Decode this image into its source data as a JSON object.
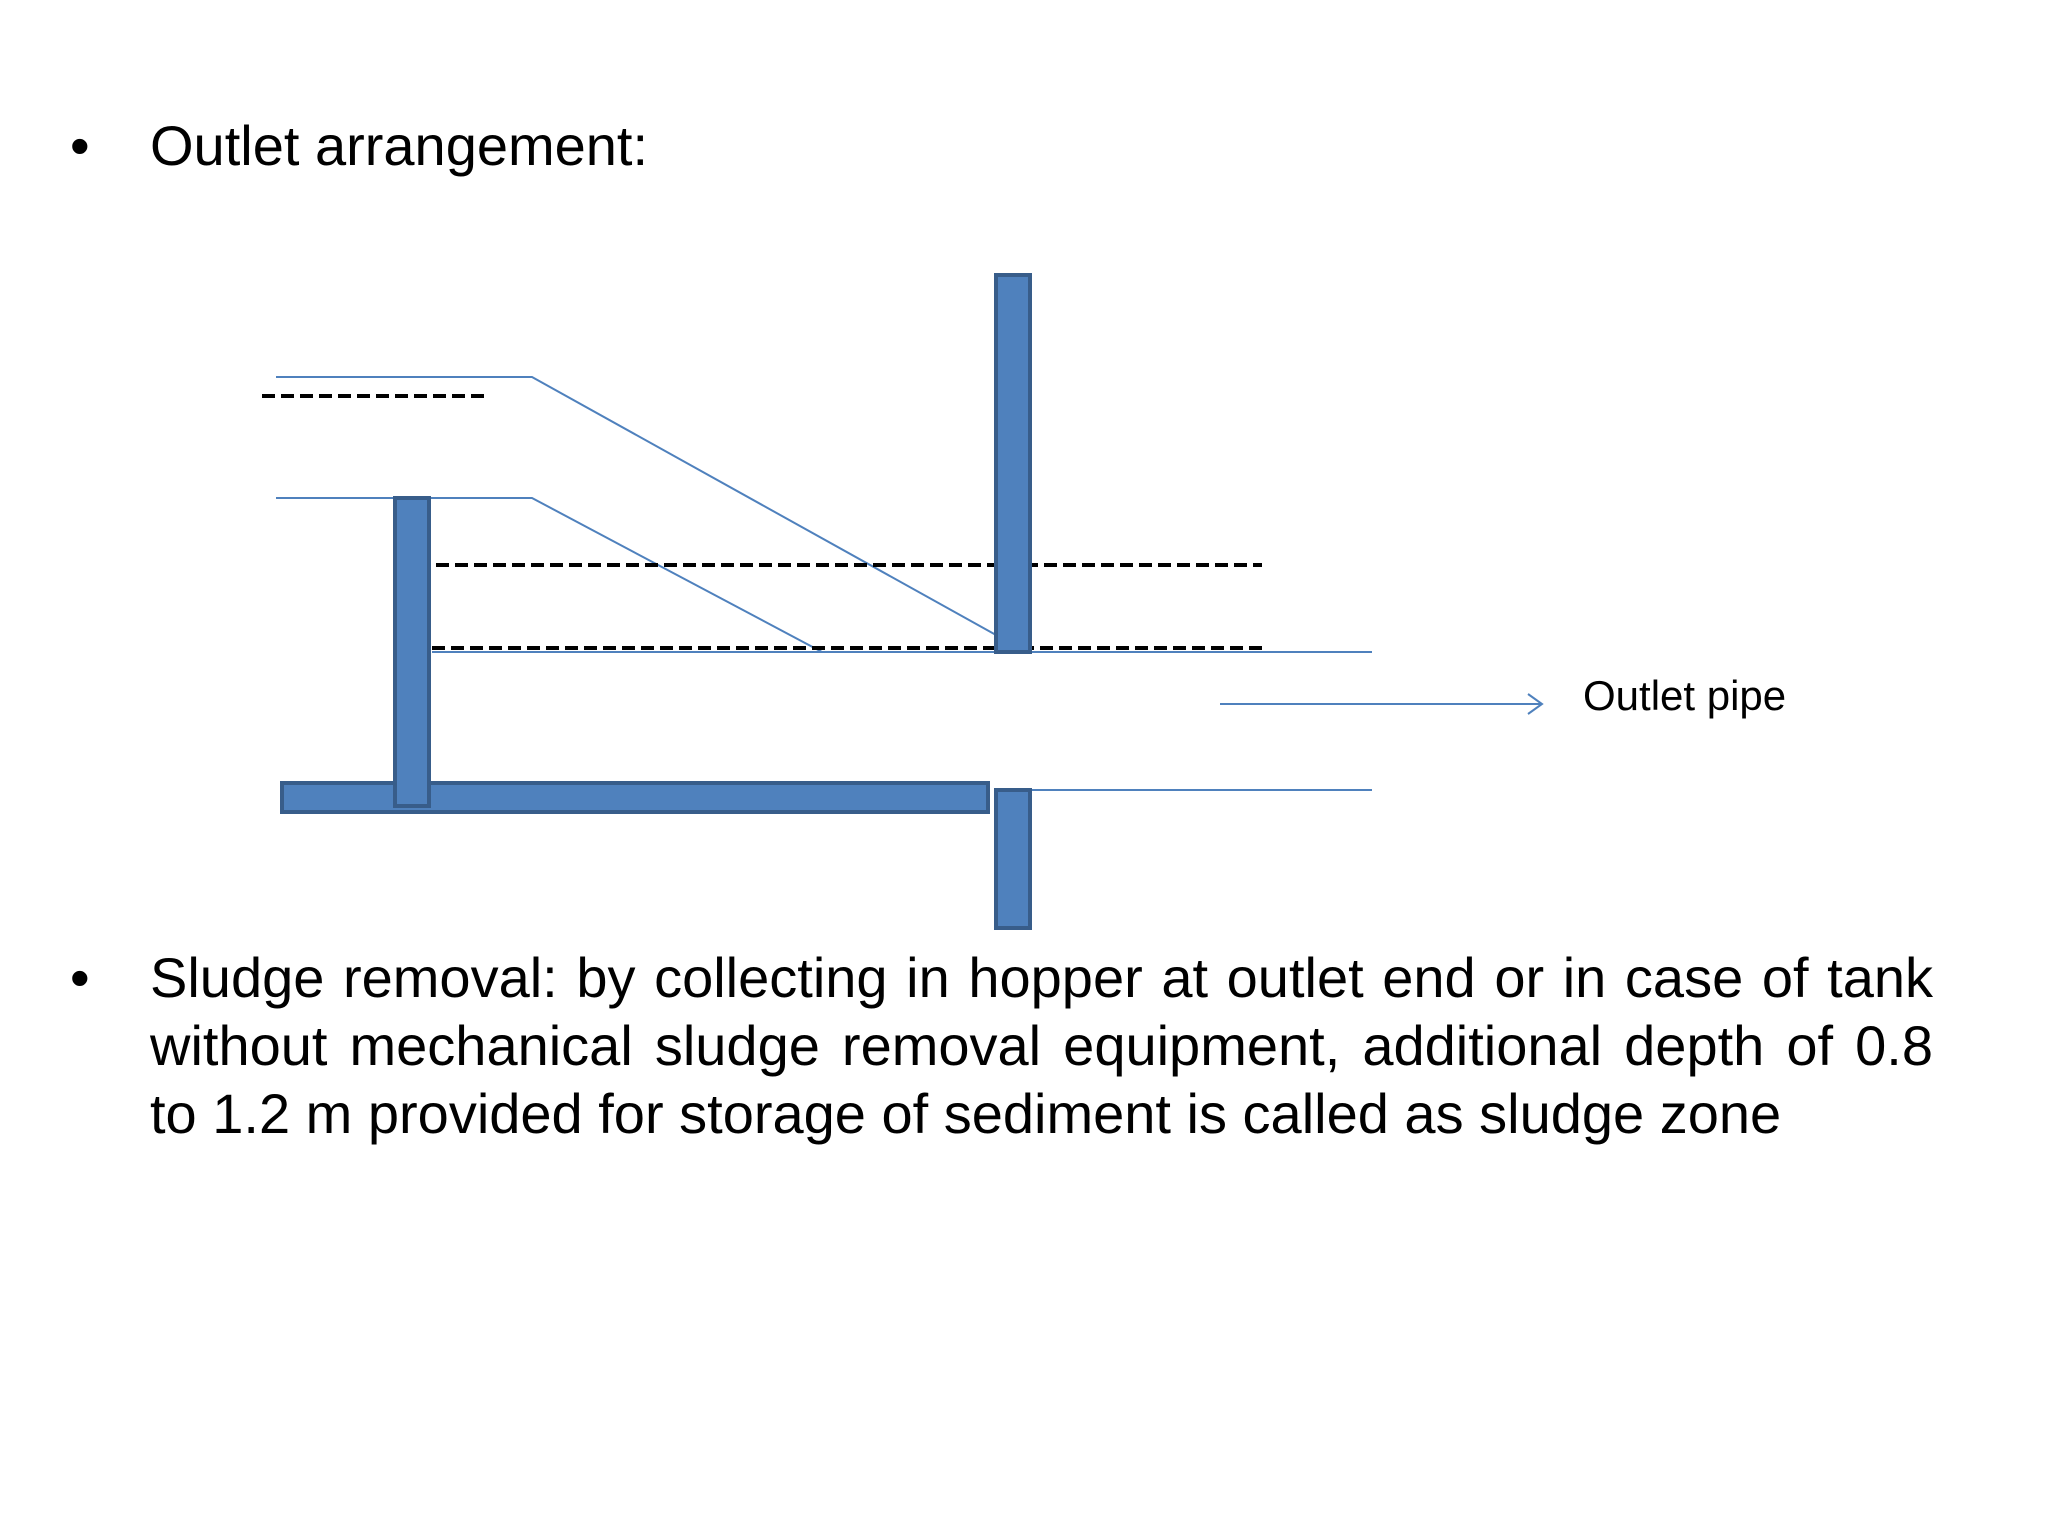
{
  "bullets": [
    {
      "text": "Outlet arrangement:"
    },
    {
      "text": "Sludge removal: by collecting in hopper at outlet end or in case of tank without mechanical sludge removal equipment, additional depth of 0.8 to 1.2 m provided for storage of sediment  is called as sludge zone"
    }
  ],
  "diagram": {
    "outlet_pipe_label": "Outlet pipe",
    "colors": {
      "wall_fill": "#4f81bd",
      "wall_stroke": "#385d8a",
      "line": "#4f81bd",
      "dash": "#000000"
    }
  }
}
